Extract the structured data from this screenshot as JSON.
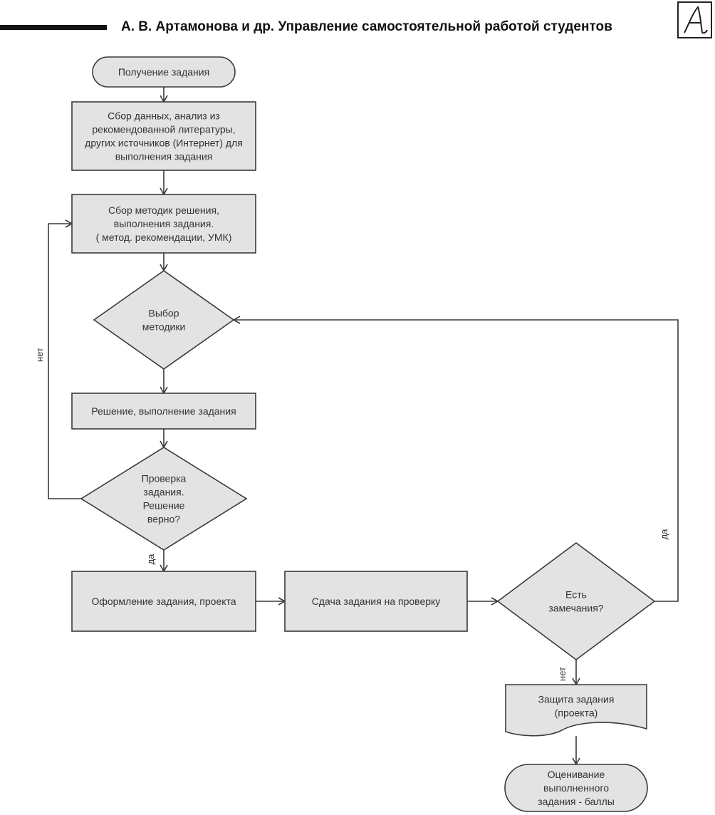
{
  "header": {
    "title": "А. В. Артамонова и др. Управление самостоятельной работой студентов",
    "logo_letter": "А"
  },
  "nodes": {
    "start": {
      "shape": "terminal",
      "lines": [
        "Получение задания"
      ]
    },
    "collect_data": {
      "shape": "process",
      "lines": [
        "Сбор данных, анализ  из",
        "рекомендованной литературы,",
        "других источников (Интернет) для",
        "выполнения задания"
      ]
    },
    "collect_methods": {
      "shape": "process",
      "lines": [
        "Сбор методик решения,",
        "выполнения задания.",
        "( метод. рекомендации, УМК)"
      ]
    },
    "choose_method": {
      "shape": "decision",
      "lines": [
        "Выбор",
        "методики"
      ]
    },
    "solve": {
      "shape": "process",
      "lines": [
        "Решение, выполнение задания"
      ]
    },
    "check": {
      "shape": "decision",
      "lines": [
        "Проверка",
        "задания.",
        "Решение",
        "верно?"
      ]
    },
    "format": {
      "shape": "process",
      "lines": [
        "Оформление задания, проекта"
      ]
    },
    "submit": {
      "shape": "process",
      "lines": [
        "Сдача задания на проверку"
      ]
    },
    "remarks": {
      "shape": "decision",
      "lines": [
        "Есть",
        "замечания?"
      ]
    },
    "defense": {
      "shape": "document",
      "lines": [
        "Защита задания",
        "(проекта)"
      ]
    },
    "grading": {
      "shape": "terminal",
      "lines": [
        "Оценивание",
        "выполненного",
        "задания - баллы"
      ]
    }
  },
  "edges": [
    {
      "from": "start",
      "to": "collect_data",
      "label": ""
    },
    {
      "from": "collect_data",
      "to": "collect_methods",
      "label": ""
    },
    {
      "from": "collect_methods",
      "to": "choose_method",
      "label": ""
    },
    {
      "from": "choose_method",
      "to": "solve",
      "label": ""
    },
    {
      "from": "solve",
      "to": "check",
      "label": ""
    },
    {
      "from": "check",
      "to": "collect_methods",
      "label": "нет"
    },
    {
      "from": "check",
      "to": "format",
      "label": "да"
    },
    {
      "from": "format",
      "to": "submit",
      "label": ""
    },
    {
      "from": "submit",
      "to": "remarks",
      "label": ""
    },
    {
      "from": "remarks",
      "to": "choose_method",
      "label": "да"
    },
    {
      "from": "remarks",
      "to": "defense",
      "label": "нет"
    },
    {
      "from": "defense",
      "to": "grading",
      "label": ""
    }
  ],
  "colors": {
    "fill": "#e3e3e3",
    "stroke": "#3a3a3a",
    "text": "#333333"
  }
}
